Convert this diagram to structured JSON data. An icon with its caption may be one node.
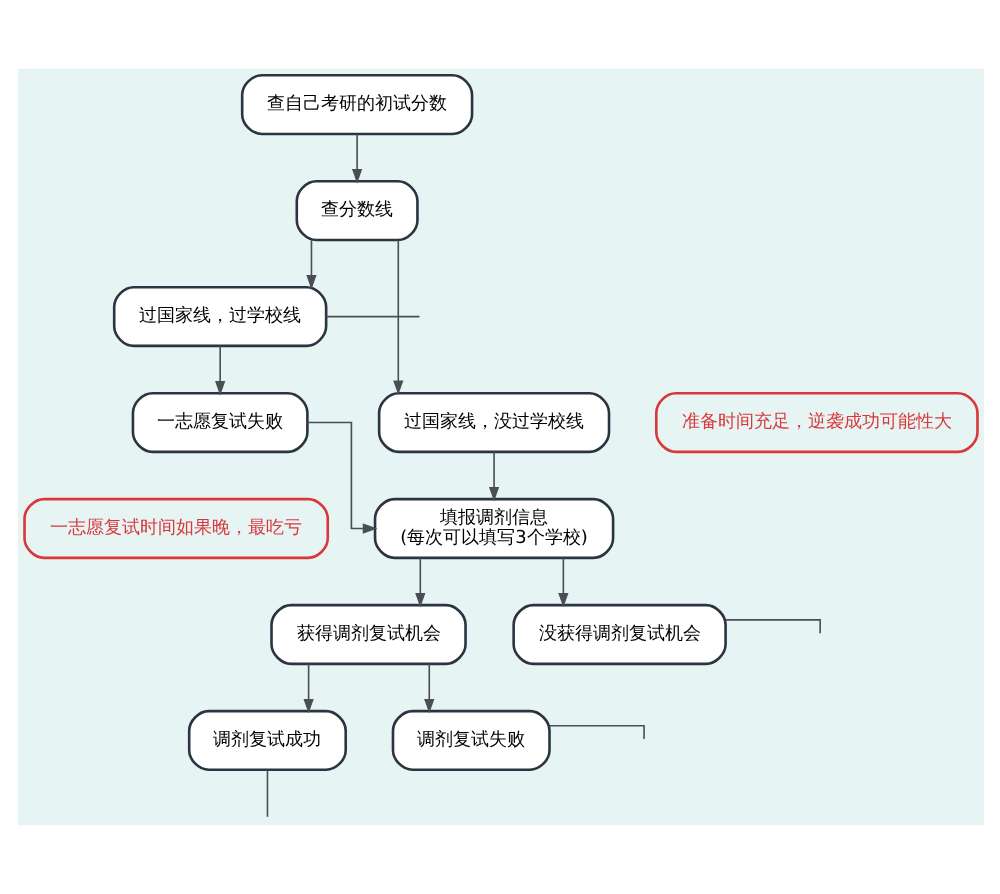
{
  "diagram": {
    "nodes": [
      {
        "text": [
          "查自己考研的初试分数"
        ]
      },
      {
        "text": [
          "查分数线"
        ]
      },
      {
        "text": [
          "过国家线，过学校线"
        ]
      },
      {
        "text": [
          "过国家线，没过学校线"
        ]
      },
      {
        "text": [
          "一志愿复试失败"
        ]
      },
      {
        "text": [
          "准备时间充足，逆袭成功可能性大"
        ]
      },
      {
        "text": [
          "一志愿复试时间如果晚，最吃亏"
        ]
      },
      {
        "text": [
          "填报调剂信息",
          "(每次可以填写3个学校)"
        ]
      },
      {
        "text": [
          "获得调剂复试机会"
        ]
      },
      {
        "text": [
          "没获得调剂复试机会"
        ]
      },
      {
        "text": [
          "调剂复试成功"
        ]
      },
      {
        "text": [
          "调剂复试失败"
        ]
      }
    ],
    "edges": [
      {
        "from": 0,
        "to": 1,
        "arrow": "to"
      },
      {
        "from": 1,
        "to": 2,
        "arrow": "to"
      },
      {
        "from": 1,
        "to": 3,
        "arrow": "to"
      },
      {
        "from": 2,
        "to": null,
        "arrow": "none"
      },
      {
        "from": 2,
        "to": 4,
        "arrow": "to"
      },
      {
        "from": 4,
        "to": 7,
        "arrow": "to"
      },
      {
        "from": 3,
        "to": 7,
        "arrow": "to"
      },
      {
        "from": 7,
        "to": 8,
        "arrow": "to"
      },
      {
        "from": 7,
        "to": 9,
        "arrow": "to"
      },
      {
        "from": 9,
        "to": null,
        "arrow": "none"
      },
      {
        "from": 8,
        "to": 10,
        "arrow": "to"
      },
      {
        "from": 8,
        "to": 11,
        "arrow": "to"
      },
      {
        "from": 11,
        "to": null,
        "arrow": "none"
      },
      {
        "from": 10,
        "to": null,
        "arrow": "none"
      }
    ]
  }
}
